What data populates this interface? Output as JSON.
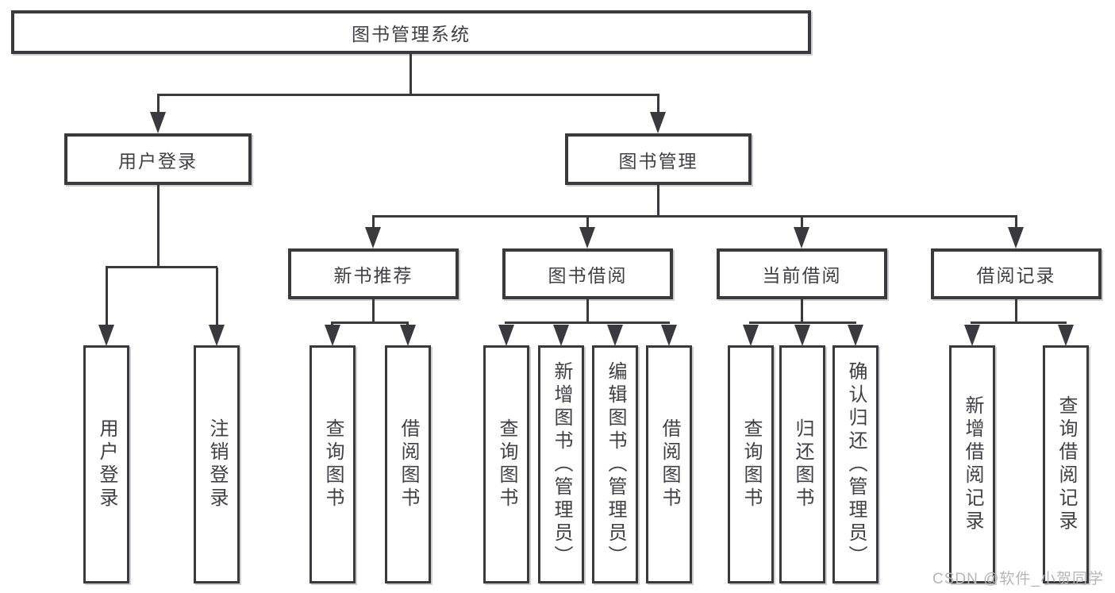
{
  "diagram": {
    "root": {
      "label": "图书管理系统"
    },
    "level2": [
      {
        "label": "用户登录"
      },
      {
        "label": "图书管理"
      }
    ],
    "level3": [
      {
        "label": "新书推荐"
      },
      {
        "label": "图书借阅"
      },
      {
        "label": "当前借阅"
      },
      {
        "label": "借阅记录"
      }
    ],
    "leaves": {
      "user": [
        "用户登录",
        "注销登录"
      ],
      "recommend": [
        "查询图书",
        "借阅图书"
      ],
      "borrow": [
        "查询图书",
        "新增图书（管理员）",
        "编辑图书（管理员）",
        "借阅图书"
      ],
      "current": [
        "查询图书",
        "归还图书",
        "确认归还（管理员）"
      ],
      "records": [
        "新增借阅记录",
        "查询借阅记录"
      ]
    },
    "colors": {
      "line": "#3a3a3e",
      "text": "#3f3f46",
      "background": "#ffffff",
      "watermark": "#b6b6b6"
    }
  },
  "watermark": {
    "text": "CSDN @软件_小贺同学"
  }
}
